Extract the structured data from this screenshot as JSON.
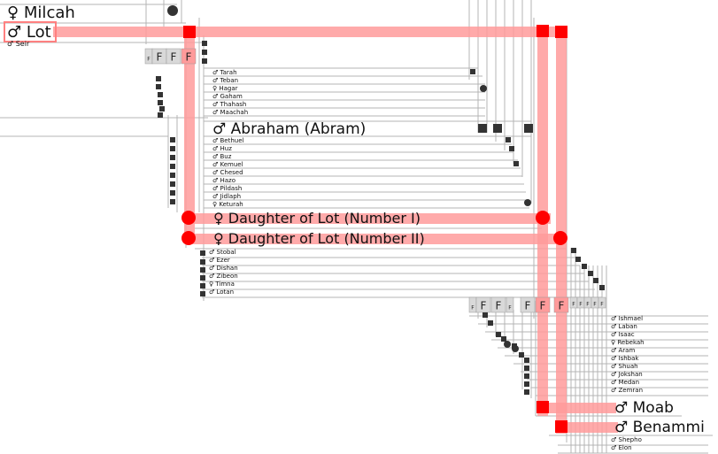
{
  "colors": {
    "highlight": "#ff9b9b",
    "highlight_node": "#ff0000",
    "grid_line": "#b4b4b4",
    "node": "#333333",
    "text": "#111111",
    "f_box": "#d9d9d9"
  },
  "people": {
    "milcah": "♀ Milcah",
    "lot": "♂ Lot",
    "seir": "♂ Seir",
    "tarah": "♂ Tarah",
    "teban": "♂ Teban",
    "hagar": "♀ Hagar",
    "gaham": "♂ Gaham",
    "thahash": "♂ Thahash",
    "maachah": "♂ Maachah",
    "abraham": "♂ Abraham (Abram)",
    "bethuel": "♂ Bethuel",
    "huz": "♂ Huz",
    "buz": "♂ Buz",
    "kemuel": "♂ Kemuel",
    "chesed": "♂ Chesed",
    "hazo": "♂ Hazo",
    "pildash": "♂ Pildash",
    "jidlaph": "♂ Jidlaph",
    "keturah": "♀ Keturah",
    "daughter1": "♀ Daughter of Lot (Number I)",
    "daughter2": "♀ Daughter of Lot (Number II)",
    "stobal": "♂ Stobal",
    "ezer": "♂ Ezer",
    "dishan": "♂ Dishan",
    "zibeon": "♂ Zibeon",
    "timna": "♀ Timna",
    "lotan": "♂ Lotan",
    "ishmael": "♂ Ishmael",
    "laban": "♂ Laban",
    "isaac": "♂ Isaac",
    "rebekah": "♀ Rebekah",
    "aram": "♂ Aram",
    "ishbak": "♂ Ishbak",
    "shuah": "♂ Shuah",
    "jokshan": "♂ Jokshan",
    "medan": "♂ Medan",
    "zemran": "♂ Zemran",
    "moab": "♂ Moab",
    "benammi": "♂ Benammi",
    "shepho": "♂ Shepho",
    "elon": "♂ Elon"
  },
  "family_marks": {
    "small": "F",
    "large": "F"
  }
}
